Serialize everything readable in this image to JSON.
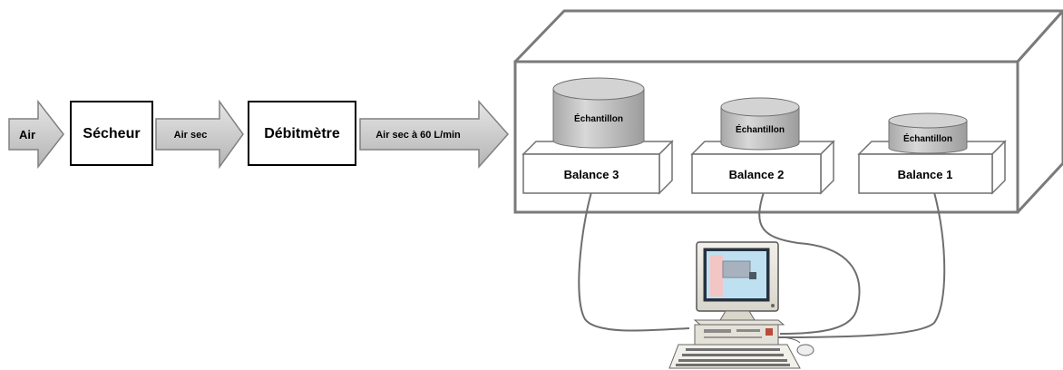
{
  "flow": {
    "input_label": "Air",
    "dryer_label": "Sécheur",
    "dry_air_label": "Air sec",
    "flowmeter_label": "Débitmètre",
    "flow_rate_label": "Air sec à 60 L/min"
  },
  "chamber": {
    "balances": [
      {
        "label": "Balance 3",
        "sample_label": "Échantillon"
      },
      {
        "label": "Balance 2",
        "sample_label": "Échantillon"
      },
      {
        "label": "Balance 1",
        "sample_label": "Échantillon"
      }
    ]
  },
  "computer": {
    "icon": "desktop-computer-icon"
  }
}
